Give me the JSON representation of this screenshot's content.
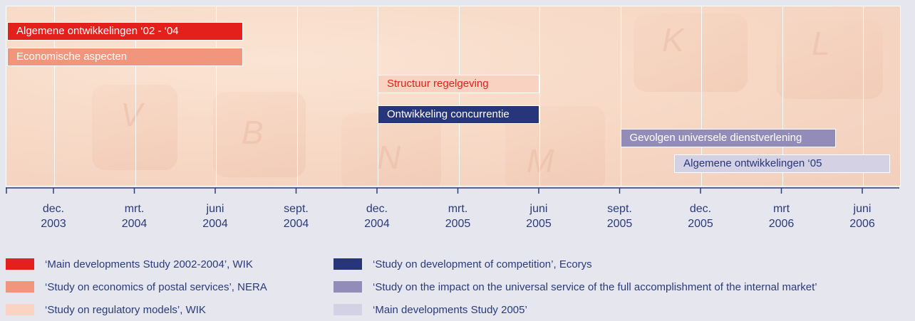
{
  "chart_data": {
    "type": "gantt",
    "x_ticks": [
      {
        "month": "dec.",
        "year": "2003"
      },
      {
        "month": "mrt.",
        "year": "2004"
      },
      {
        "month": "juni",
        "year": "2004"
      },
      {
        "month": "sept.",
        "year": "2004"
      },
      {
        "month": "dec.",
        "year": "2004"
      },
      {
        "month": "mrt.",
        "year": "2005"
      },
      {
        "month": "juni",
        "year": "2005"
      },
      {
        "month": "sept.",
        "year": "2005"
      },
      {
        "month": "dec.",
        "year": "2005"
      },
      {
        "month": "mrt",
        "year": "2006"
      },
      {
        "month": "juni",
        "year": "2006"
      }
    ],
    "bars": [
      {
        "label": "Algemene ontwikkelingen ‘02 - ‘04",
        "start": "2003-10",
        "end": "2004-07",
        "color": "#e3201c",
        "text_color": "#ffffff"
      },
      {
        "label": "Economische aspecten",
        "start": "2003-10",
        "end": "2004-07",
        "color": "#f1957c",
        "text_color": "#ffffff"
      },
      {
        "label": "Structuur regelgeving",
        "start": "2004-12",
        "end": "2005-06",
        "color": "#f9d2c1",
        "text_color": "#e3201c"
      },
      {
        "label": "Ontwikkeling concurrentie",
        "start": "2004-12",
        "end": "2005-06",
        "color": "#27357a",
        "text_color": "#ffffff"
      },
      {
        "label": "Gevolgen universele dienstverlening",
        "start": "2005-09",
        "end": "2006-05",
        "color": "#948cb8",
        "text_color": "#ffffff"
      },
      {
        "label": "Algemene ontwikkelingen ‘05",
        "start": "2005-11",
        "end": "2006-07",
        "color": "#d3d1e3",
        "text_color": "#27357a"
      }
    ],
    "legend": [
      {
        "label": "‘Main developments Study 2002-2004’, WIK",
        "color": "#e3201c"
      },
      {
        "label": "‘Study on economics of postal services’, NERA",
        "color": "#f1957c"
      },
      {
        "label": "‘Study on regulatory models’, WIK",
        "color": "#fad3c3"
      },
      {
        "label": "‘Study on development of competition’, Ecorys",
        "color": "#27357a"
      },
      {
        "label": "‘Study on the impact on the universal service of the full accomplishment of the internal market’",
        "color": "#948cb8"
      },
      {
        "label": "‘Main developments Study 2005’",
        "color": "#d3d1e3"
      }
    ]
  }
}
